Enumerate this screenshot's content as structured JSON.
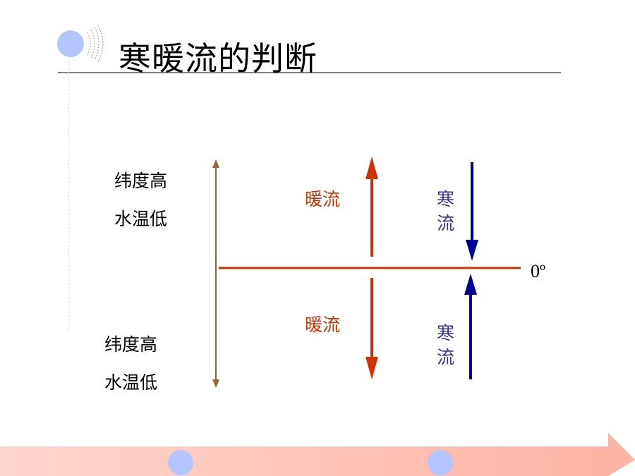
{
  "title": "寒暖流的判断",
  "left_labels": {
    "north_line1": "纬度高",
    "north_line2": "水温低",
    "south_line1": "纬度高",
    "south_line2": "水温低"
  },
  "warm_label_north": "暖流",
  "warm_label_south": "暖流",
  "cold_label_north": "寒流",
  "cold_label_south": "寒流",
  "equator_label": "0º",
  "colors": {
    "warm": "#cc3300",
    "cold": "#000099",
    "axis": "#996633",
    "equator": "#cc3300",
    "decor_circle": "#b3c6ff",
    "footer_band": "#ffc2b3",
    "title_rule": "#808080"
  }
}
